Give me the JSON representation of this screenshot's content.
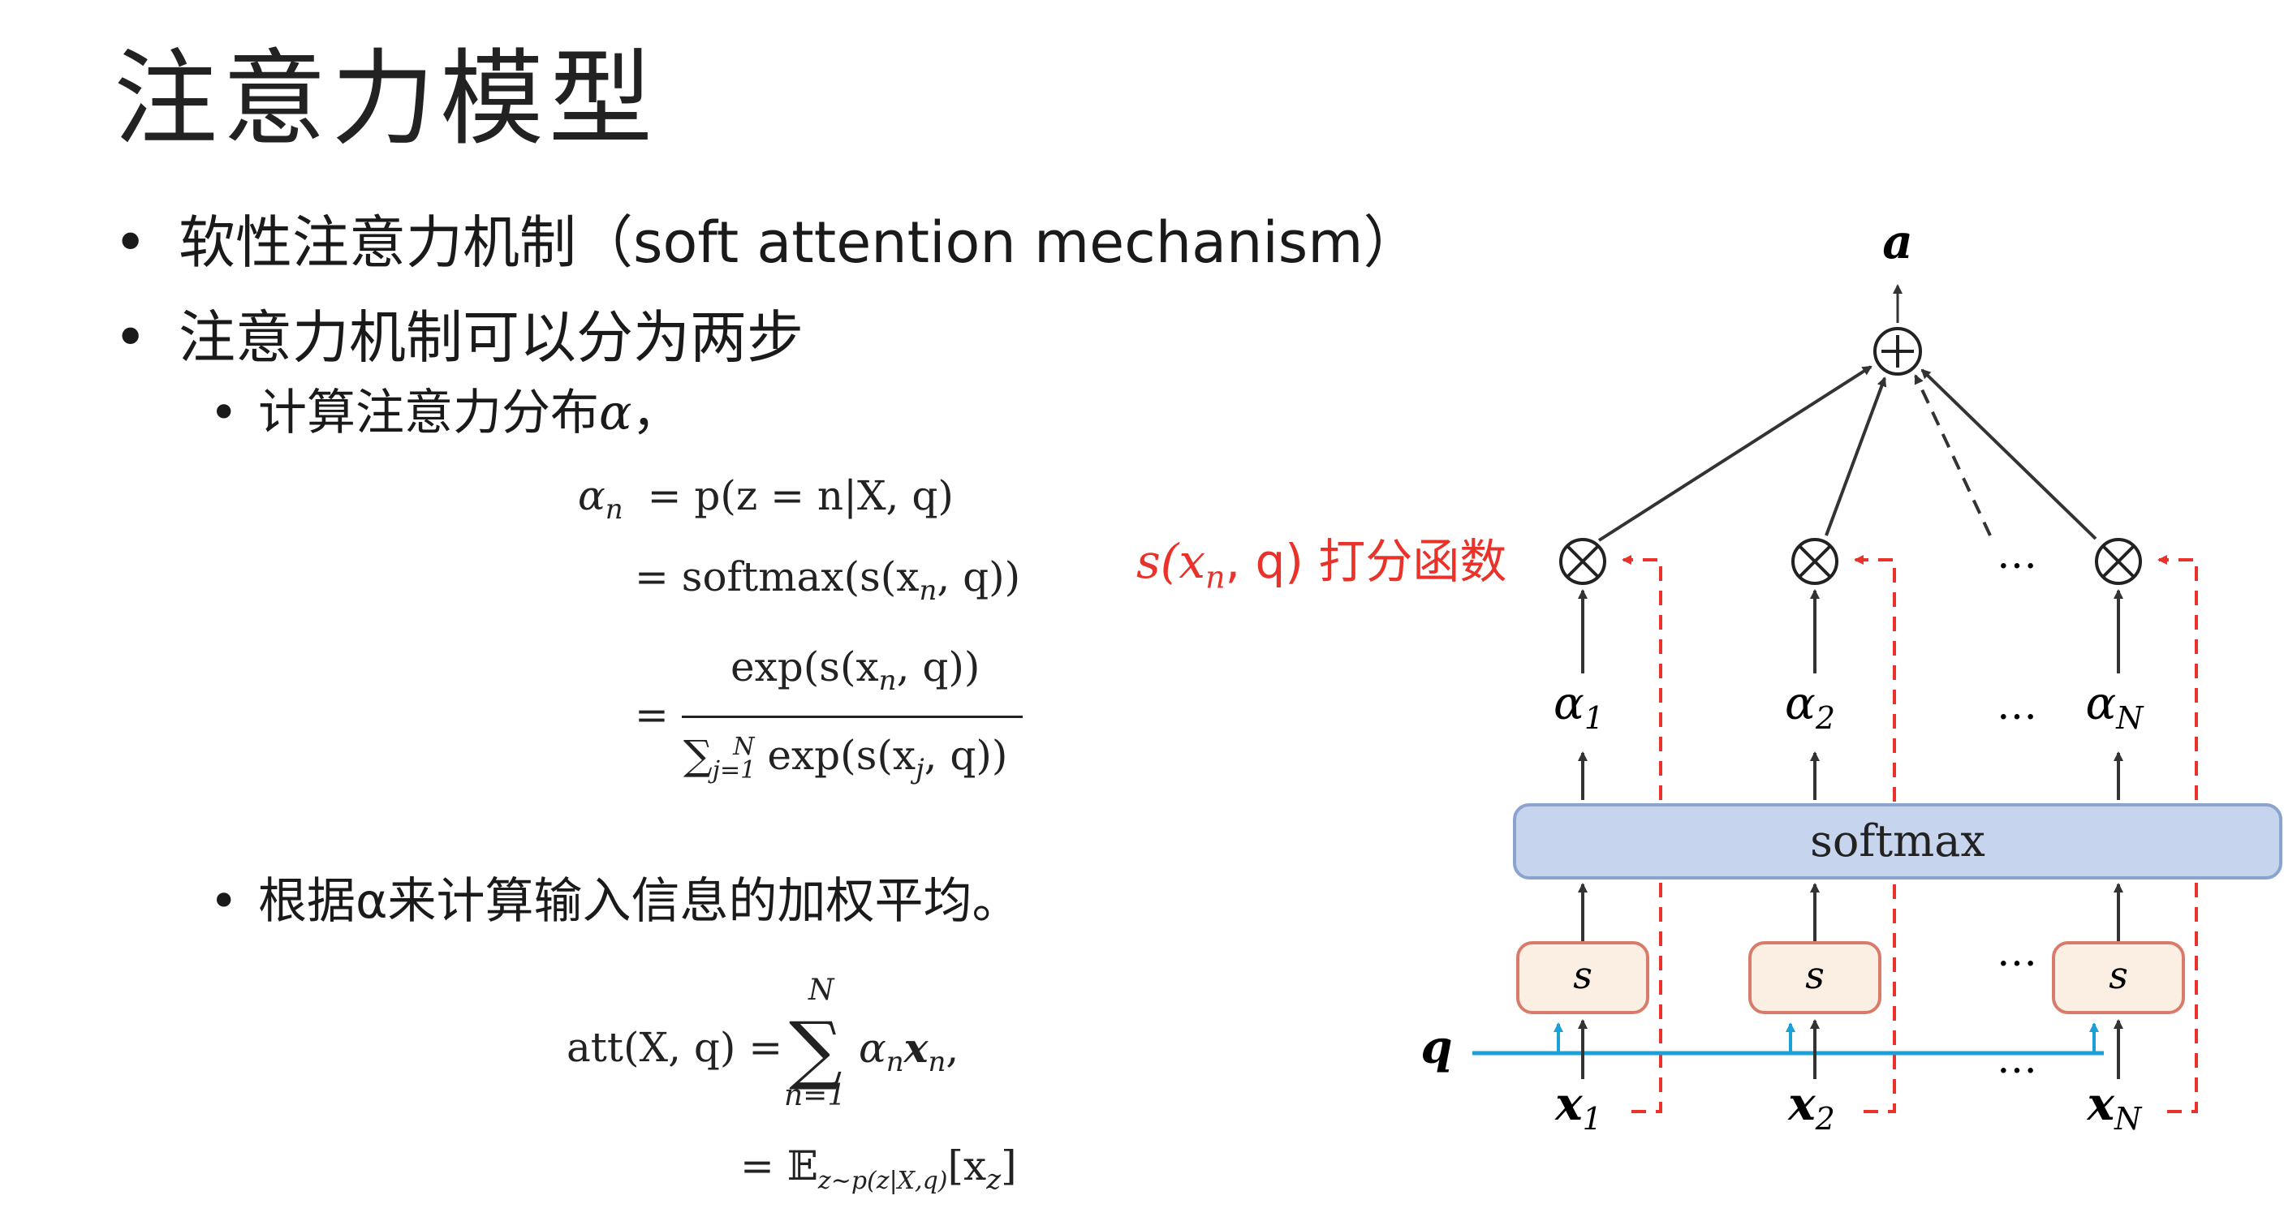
{
  "page": {
    "title": "注意力模型",
    "bullet_1": "软性注意力机制（soft attention mechanism）",
    "bullet_2": "注意力机制可以分为两步",
    "sub_bullet_1_prefix": "计算注意力分布",
    "sub_bullet_1_symbol": "α",
    "sub_bullet_1_suffix": "，",
    "sub_bullet_2": "根据α来计算输入信息的加权平均。"
  },
  "equations": {
    "eq1_line1_lhs": "α",
    "eq1_line1_sub": "n",
    "eq1_line1_rhs": "= p(z = n|X, q)",
    "eq1_line2": "= softmax(s(x",
    "eq1_line2_tail": ", q))",
    "eq1_line3_num": "exp(s(x",
    "eq1_line3_num_tail": ", q))",
    "eq1_line3_den": "∑",
    "eq1_line3_den_tail": "exp(s(x",
    "eq1_line3_den_end": ", q))",
    "eq2_line1_lhs": "att(X, q) =",
    "eq2_line1_sum": "∑",
    "eq2_sum_top": "N",
    "eq2_sum_bottom": "n=1",
    "eq2_line1_rhs": "α",
    "eq2_line2": "= 𝔼",
    "eq2_line2_sub": "z∼p(z|X,q)",
    "eq2_line2_tail": "[x"
  },
  "diagram": {
    "scoring_label": "s(x",
    "scoring_label_sub": "n",
    "scoring_label_tail": ", q) 打分函数",
    "output_label": "a",
    "sum_symbol": "⊕",
    "mult_symbol": "⊗",
    "ellipsis": "…",
    "softmax_label": "softmax",
    "score_box_label": "s",
    "query_label": "q",
    "inputs": [
      {
        "name": "x",
        "sub": "1"
      },
      {
        "name": "x",
        "sub": "2"
      },
      {
        "name": "x",
        "sub": "N"
      }
    ],
    "alphas": [
      {
        "name": "α",
        "sub": "1"
      },
      {
        "name": "α",
        "sub": "2"
      },
      {
        "name": "α",
        "sub": "N"
      }
    ],
    "colors": {
      "softmax_fill": "#c7d4ee",
      "softmax_stroke": "#8aa3cf",
      "score_fill": "#fbeee2",
      "score_stroke": "#d97b6a",
      "query_line": "#1ba0d8",
      "dashed_red": "#e8322a",
      "arrow": "#333333"
    }
  }
}
